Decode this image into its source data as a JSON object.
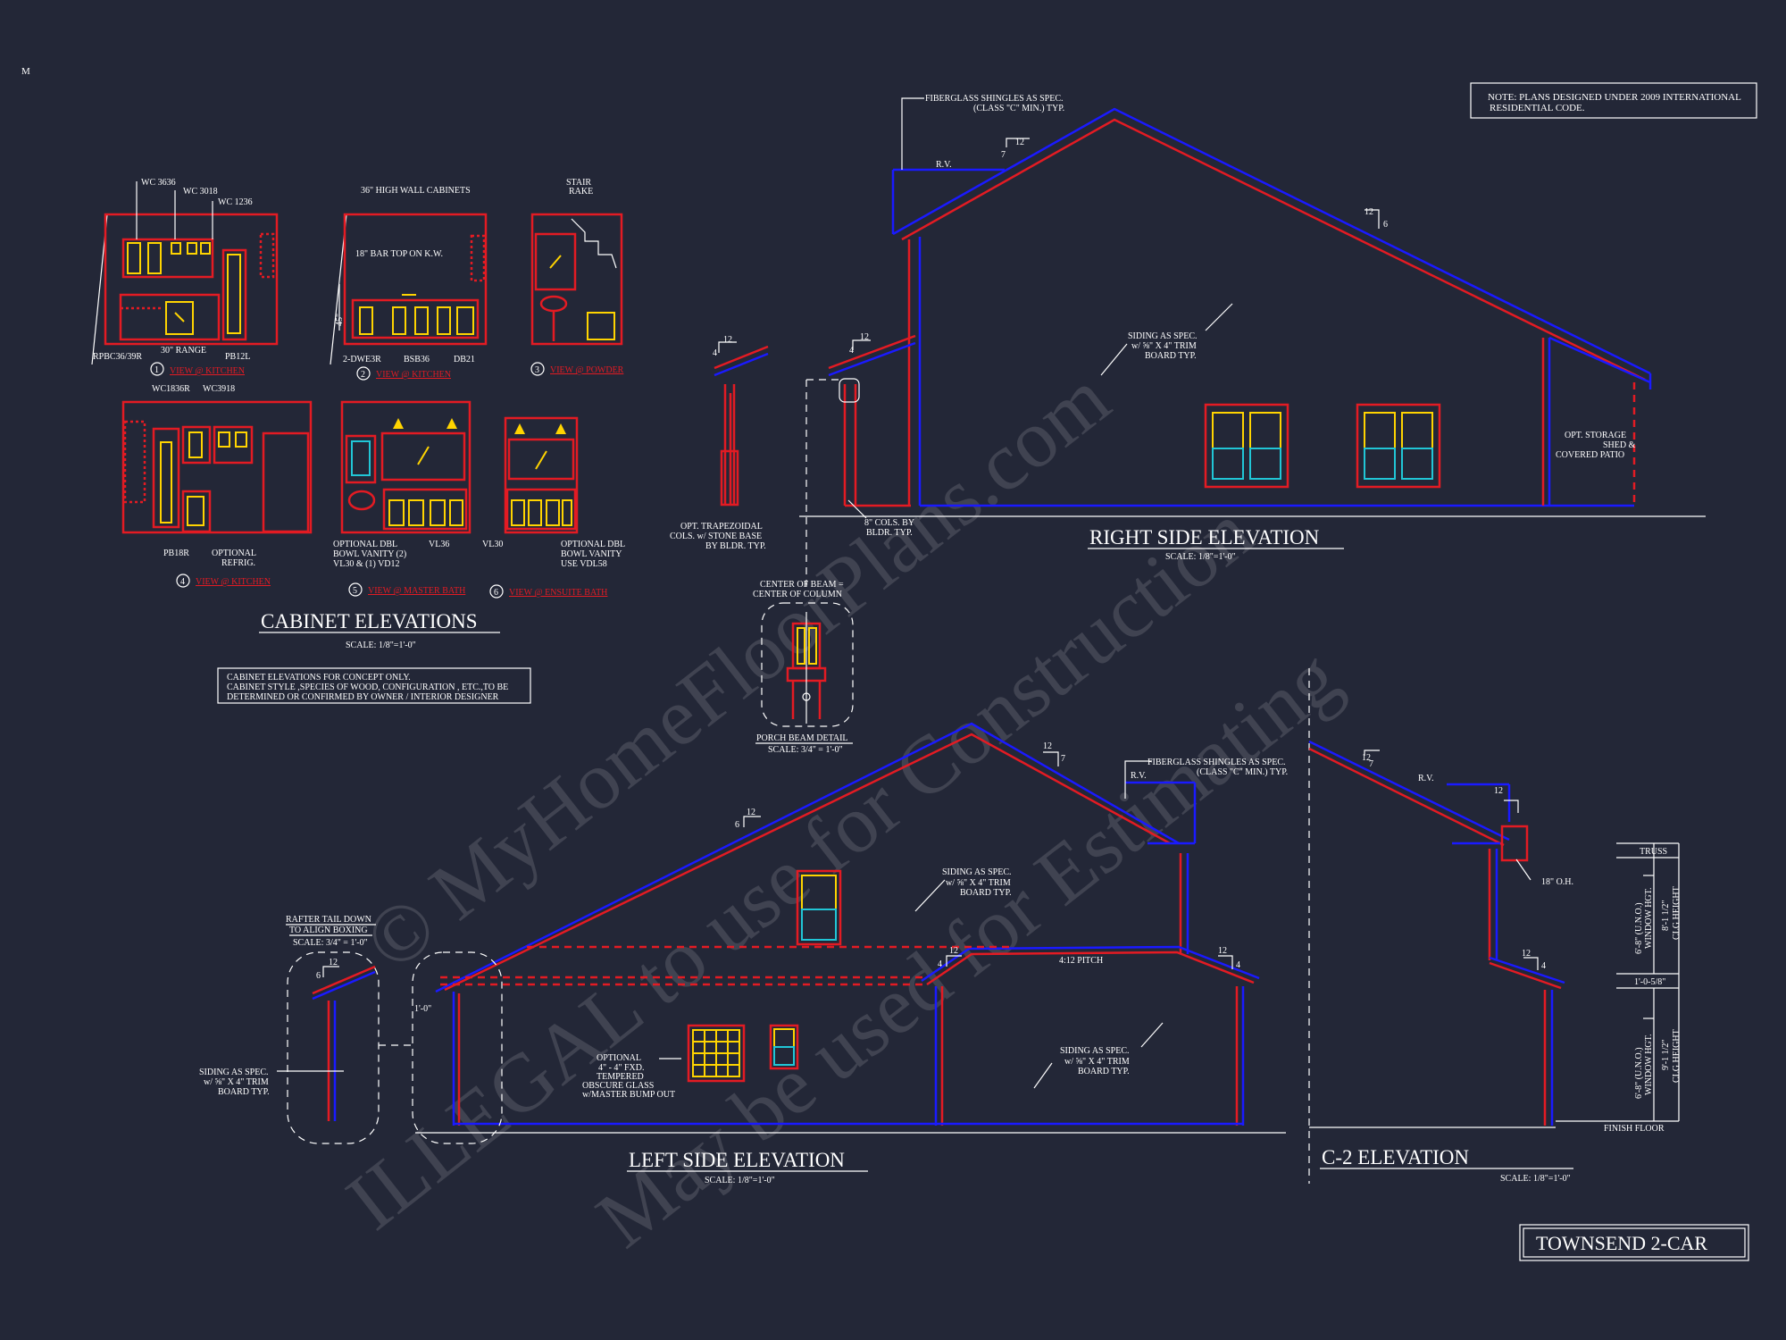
{
  "sheet": {
    "corner_mark": "M",
    "code_note": [
      "NOTE: PLANS DESIGNED UNDER 2009 INTERNATIONAL",
      "RESIDENTIAL CODE."
    ],
    "title_block": "TOWNSEND 2-CAR",
    "watermark": [
      "© MyHomeFloorPlans.com",
      "ILLEGAL to use for Construction",
      "May be used for Estimating"
    ]
  },
  "cabinet": {
    "title": "CABINET ELEVATIONS",
    "scale": "SCALE: 1/8\"=1'-0\"",
    "note": [
      "CABINET ELEVATIONS FOR CONCEPT ONLY.",
      "CABINET STYLE ,SPECIES OF WOOD, CONFIGURATION , ETC.,TO BE",
      "DETERMINED OR CONFIRMED BY OWNER / INTERIOR DESIGNER"
    ],
    "views": [
      {
        "num": "1",
        "label": "VIEW @ KITCHEN"
      },
      {
        "num": "2",
        "label": "VIEW @ KITCHEN"
      },
      {
        "num": "3",
        "label": "VIEW @ POWDER"
      },
      {
        "num": "4",
        "label": "VIEW @ KITCHEN"
      },
      {
        "num": "5",
        "label": "VIEW @ MASTER BATH"
      },
      {
        "num": "6",
        "label": "VIEW @ ENSUITE BATH"
      }
    ],
    "labels": {
      "wc3636": "WC 3636",
      "wc3018": "WC 3018",
      "wc1236": "WC 1236",
      "rpbc": "RPBC36/39R",
      "range": "30\" RANGE",
      "pb12l": "PB12L",
      "high_wall": "36\" HIGH WALL CABINETS",
      "bar_top": "18\" BAR TOP ON K.W.",
      "dim45": "45\"",
      "dwe3r": "2-DWE3R",
      "bsb36": "BSB36",
      "db21": "DB21",
      "stair": "STAIR",
      "rake": "RAKE",
      "wc1836r": "WC1836R",
      "wc3918": "WC3918",
      "pb18r": "PB18R",
      "opt_refrig_1": "OPTIONAL",
      "opt_refrig_2": "REFRIG.",
      "mb_1": "OPTIONAL DBL",
      "mb_2": "BOWL VANITY (2)",
      "mb_3": "VL30 & (1) VD12",
      "vl36": "VL36",
      "vl30": "VL30",
      "eb_1": "OPTIONAL DBL",
      "eb_2": "BOWL VANITY",
      "eb_3": "USE VDL58"
    }
  },
  "right_side": {
    "title": "RIGHT SIDE ELEVATION",
    "scale": "SCALE: 1/8\"=1'-0\"",
    "shingles_1": "FIBERGLASS SHINGLES AS SPEC.",
    "shingles_2": "(CLASS \"C\" MIN.) TYP.",
    "rv": "R.V.",
    "pitch_12a": "12",
    "pitch_7": "7",
    "pitch_12b": "12",
    "pitch_6": "6",
    "pitch_12c": "12",
    "pitch_4a": "4",
    "pitch_12d": "12",
    "pitch_4b": "4",
    "siding_1": "SIDING AS SPEC.",
    "siding_2": "w/ ⅝\" X 4\" TRIM",
    "siding_3": "BOARD TYP.",
    "storage_1": "OPT. STORAGE",
    "storage_2": "SHED &",
    "storage_3": "COVERED PATIO",
    "col_1": "OPT. TRAPEZOIDAL",
    "col_2": "COLS. w/ STONE BASE",
    "col_3": "BY BLDR. TYP.",
    "cols8_1": "8\" COLS. BY",
    "cols8_2": "BLDR. TYP."
  },
  "porch_beam": {
    "note_1": "CENTER OF BEAM =",
    "note_2": "CENTER OF COLUMN",
    "title": "PORCH BEAM DETAIL",
    "scale": "SCALE: 3/4\" = 1'-0\""
  },
  "left_side": {
    "title": "LEFT SIDE ELEVATION",
    "scale": "SCALE: 1/8\"=1'-0\"",
    "shingles_1": "FIBERGLASS SHINGLES AS SPEC.",
    "shingles_2": "(CLASS \"C\" MIN.) TYP.",
    "rv": "R.V.",
    "pitch_12a": "12",
    "pitch_6": "6",
    "pitch_12b": "12",
    "pitch_7": "7",
    "pitch_12c": "12",
    "pitch_4a": "4",
    "pitch_12d": "12",
    "pitch_4b": "4",
    "pitch_note": "4:12 PITCH",
    "siding_upper_1": "SIDING AS SPEC.",
    "siding_upper_2": "w/ ⅝\" X 4\" TRIM",
    "siding_upper_3": "BOARD TYP.",
    "siding_lower_1": "SIDING AS SPEC.",
    "siding_lower_2": "w/ ⅝\" X 4\" TRIM",
    "siding_lower_3": "BOARD TYP.",
    "optional_1": "OPTIONAL",
    "optional_2": "4\" - 4\" FXD.",
    "optional_3": "TEMPERED",
    "optional_4": "OBSCURE GLASS",
    "optional_5": "w/MASTER BUMP OUT",
    "rafter_1": "RAFTER TAIL DOWN",
    "rafter_2": "TO ALIGN BOXING",
    "rafter_scale": "SCALE: 3/4\" = 1'-0\"",
    "detail_12": "12",
    "detail_6": "6",
    "siding_det_1": "SIDING AS SPEC.",
    "siding_det_2": "w/ ⅝\" X 4\" TRIM",
    "siding_det_3": "BOARD TYP.",
    "dim_1_0": "1'-0\""
  },
  "c2": {
    "title": "C-2 ELEVATION",
    "scale": "SCALE: 1/8\"=1'-0\"",
    "rv": "R.V.",
    "pitch_12a": "12",
    "pitch_7": "7",
    "pitch_12b": "12",
    "pitch_12c": "12",
    "pitch_4": "4",
    "oh": "18\" O.H.",
    "truss": "TRUSS",
    "win_hgt_upper": "6'-8\" (U.N.O.)",
    "win_hgt_upper_2": "WINDOW HGT.",
    "clg_upper": "8'-1 1/2\"",
    "clg_upper_2": "CLG HEIGHT",
    "floor_dim": "1'-0-5/8\"",
    "win_hgt_lower": "6'-8\" (U.N.O.)",
    "win_hgt_lower_2": "WINDOW HGT.",
    "clg_lower": "9'-1 1/2\"",
    "clg_lower_2": "CLG HEIGHT",
    "finish_floor": "FINISH FLOOR"
  },
  "colors": {
    "background": "#232737",
    "red": "#e31b23",
    "blue": "#1a1aff",
    "yellow": "#ffd400",
    "cyan": "#21c6d6",
    "text": "#ffffff"
  }
}
